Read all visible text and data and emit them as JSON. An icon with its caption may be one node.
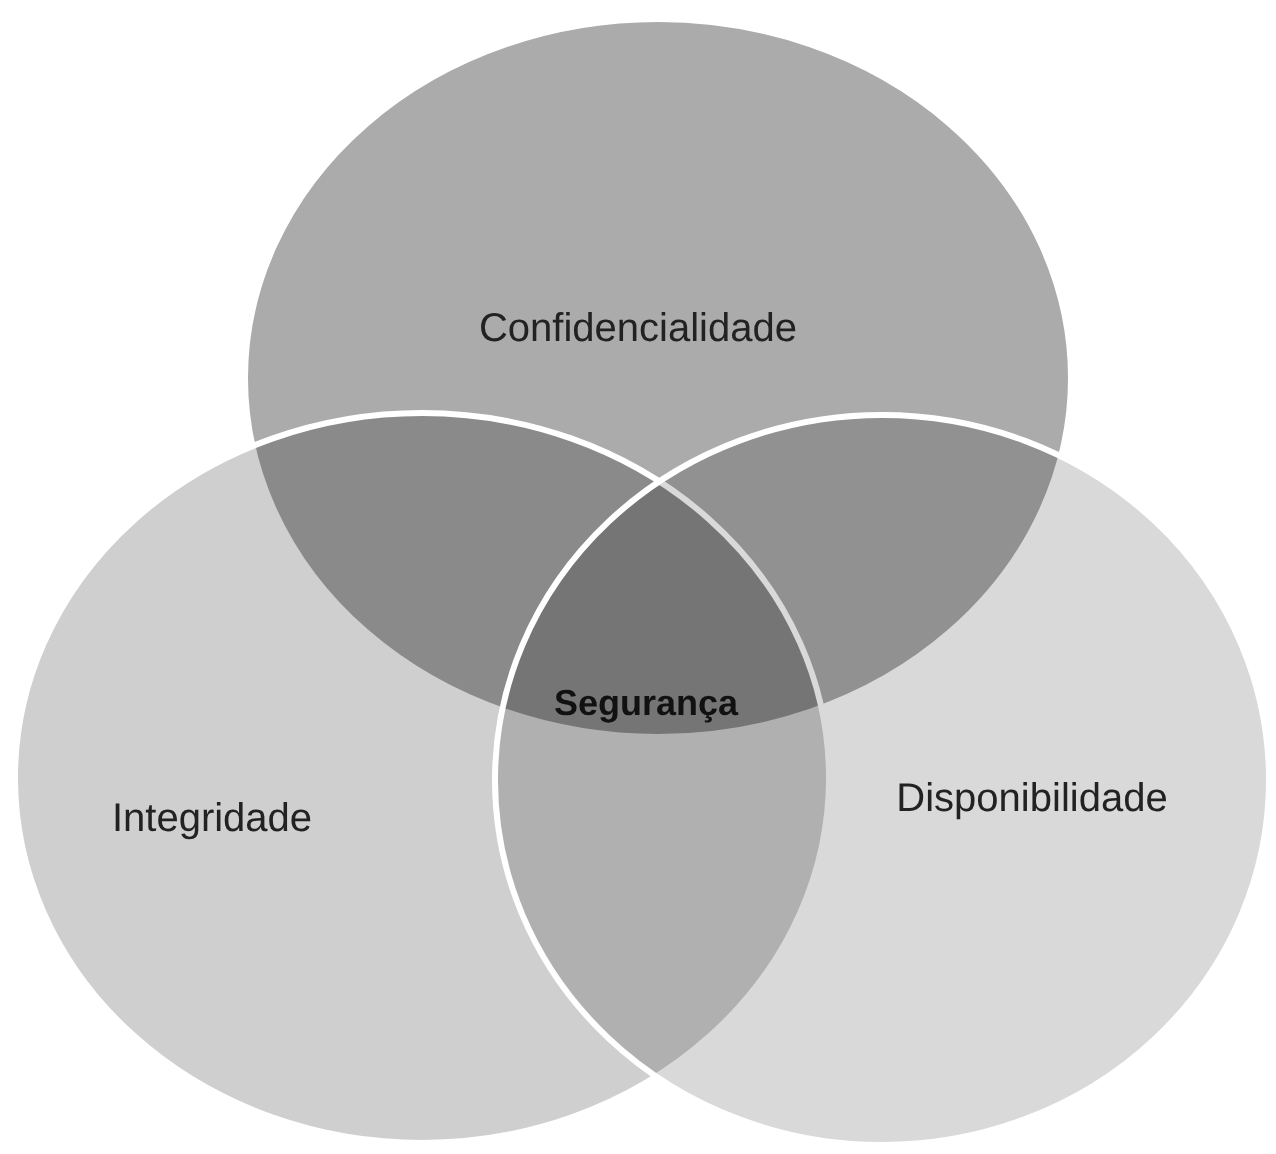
{
  "diagram": {
    "nodes": [
      {
        "text": [
          "Confidencialidade"
        ]
      },
      {
        "text": [
          "Integridade"
        ]
      },
      {
        "text": [
          "Disponibilidade"
        ]
      }
    ],
    "edges": [],
    "labels": [
      "Segurança"
    ]
  }
}
